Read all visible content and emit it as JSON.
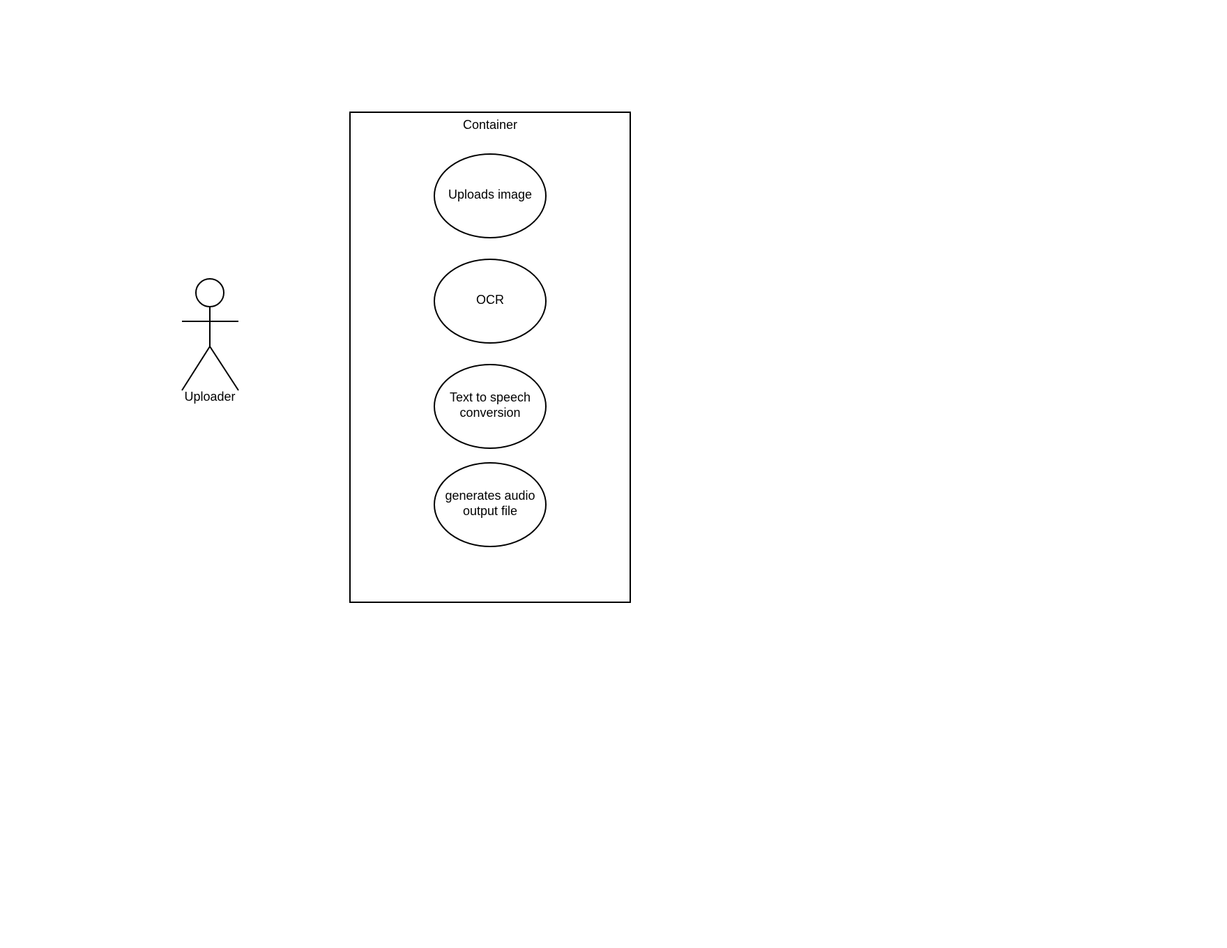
{
  "diagram": {
    "type": "use-case",
    "stroke_color": "#000000",
    "background_color": "#ffffff",
    "actor": {
      "label": "Uploader"
    },
    "system": {
      "label": "Container"
    },
    "use_cases": [
      {
        "lines": [
          "Uploads image"
        ]
      },
      {
        "lines": [
          "OCR"
        ]
      },
      {
        "lines": [
          "Text to speech",
          "conversion"
        ]
      },
      {
        "lines": [
          "generates audio",
          "output file"
        ]
      }
    ]
  }
}
